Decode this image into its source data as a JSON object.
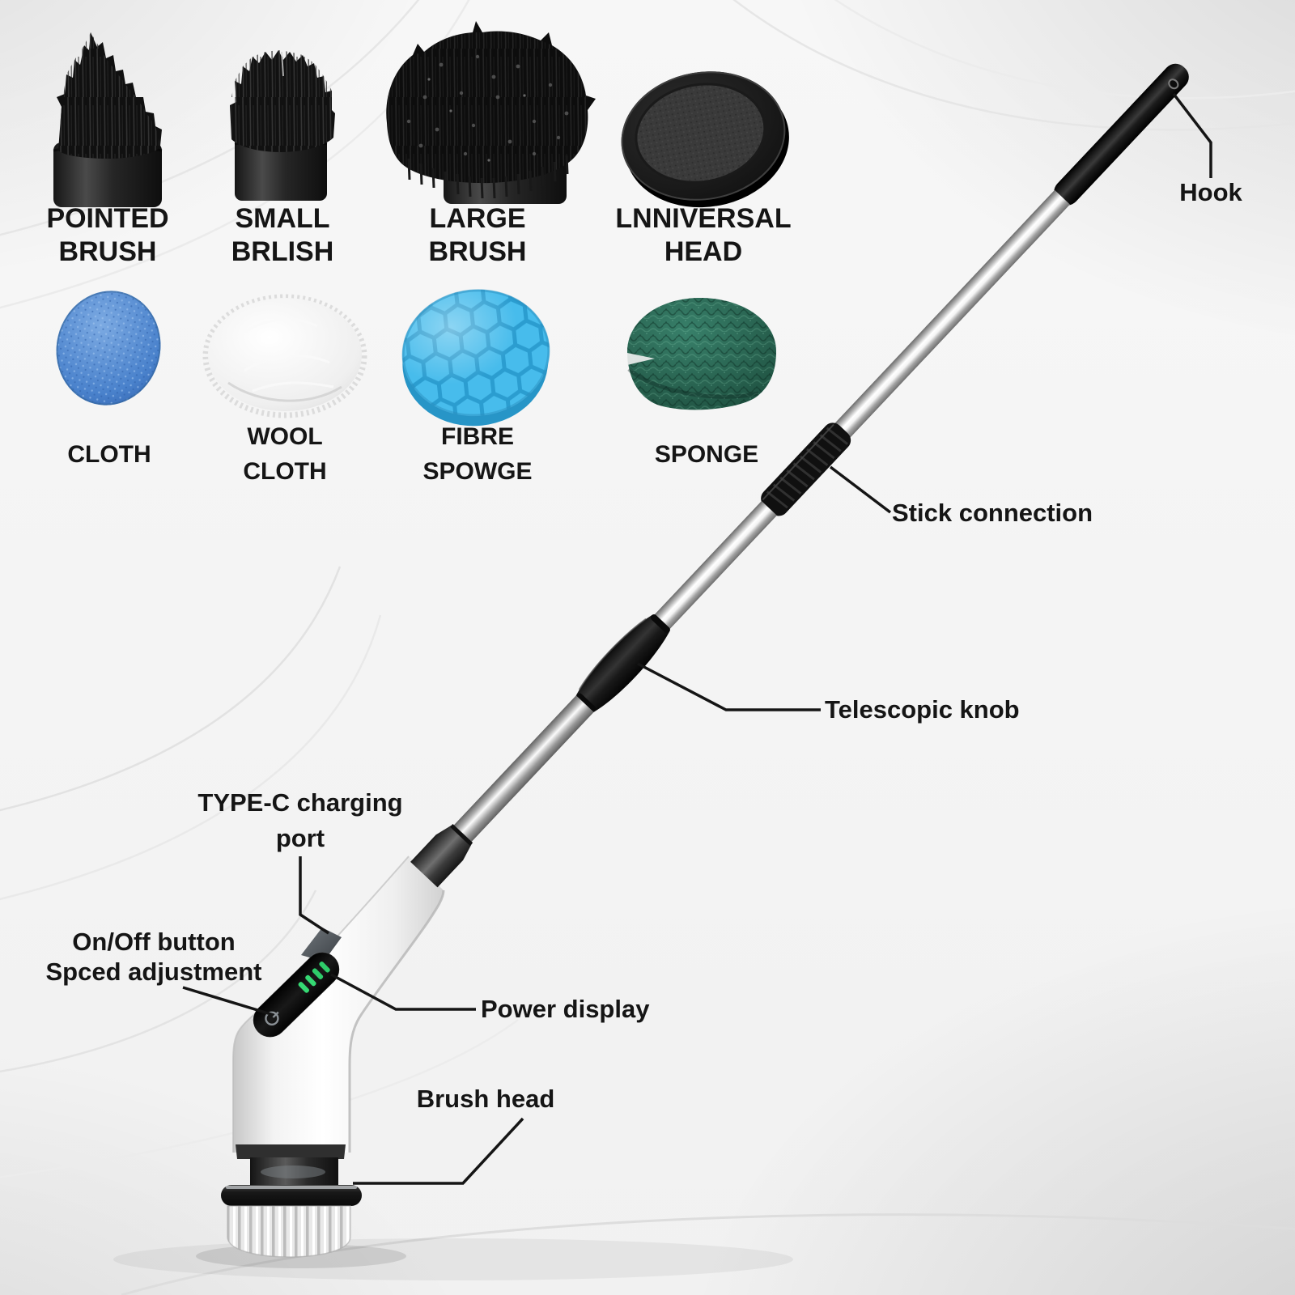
{
  "product": {
    "attachments": [
      {
        "id": "pointed-brush",
        "line1": "POINTED",
        "line2": "BRUSH"
      },
      {
        "id": "small-brush",
        "line1": "SMALL",
        "line2": "BRLISH"
      },
      {
        "id": "large-brush",
        "line1": "LARGE",
        "line2": "BRUSH"
      },
      {
        "id": "universal-head",
        "line1": "LNNIVERSAL",
        "line2": "HEAD"
      },
      {
        "id": "cloth",
        "line1": "CLOTH",
        "line2": ""
      },
      {
        "id": "wool-cloth",
        "line1": "WOOL",
        "line2": "CLOTH"
      },
      {
        "id": "fibre-sponge",
        "line1": "FIBRE",
        "line2": "SPOWGE"
      },
      {
        "id": "sponge",
        "line1": "SPONGE",
        "line2": ""
      }
    ],
    "callouts": {
      "hook": "Hook",
      "stick_connection": "Stick connection",
      "telescopic_knob": "Telescopic knob",
      "typec_line1": "TYPE-C charging",
      "typec_line2": "port",
      "onoff_line1": "On/Off button",
      "onoff_line2": "Spced adjustment",
      "power_display": "Power display",
      "brush_head": "Brush head"
    },
    "power_display_leds": {
      "count": 4,
      "color": "#2ecc6a"
    },
    "colors": {
      "label_text": "#151515",
      "leader_line": "#151515",
      "cloth_blue": "#4a86d2",
      "fibre_sponge_blue": "#45bbed",
      "sponge_green": "#265f4d",
      "wool_white": "#f2f2f2",
      "background": "#f4f4f4"
    }
  }
}
